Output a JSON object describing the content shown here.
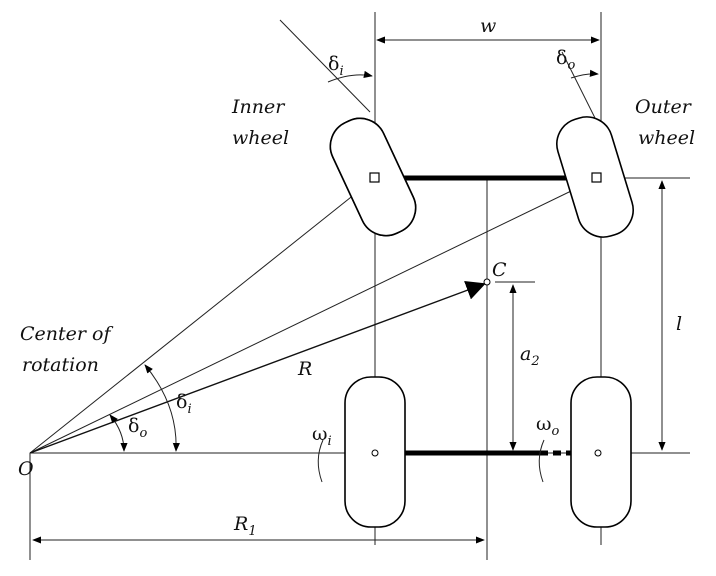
{
  "labels": {
    "width": "w",
    "length": "l",
    "inner_wheel_line1": "Inner",
    "inner_wheel_line2": "wheel",
    "outer_wheel_line1": "Outer",
    "outer_wheel_line2": "wheel",
    "center_line1": "Center of",
    "center_line2": "rotation",
    "origin": "O",
    "mass_center": "C",
    "radius": "R",
    "radius1": "R",
    "radius1_sub": "1",
    "a2": "a",
    "a2_sub": "2",
    "delta": "δ",
    "sub_i": "i",
    "sub_o": "o",
    "omega": "ω"
  }
}
